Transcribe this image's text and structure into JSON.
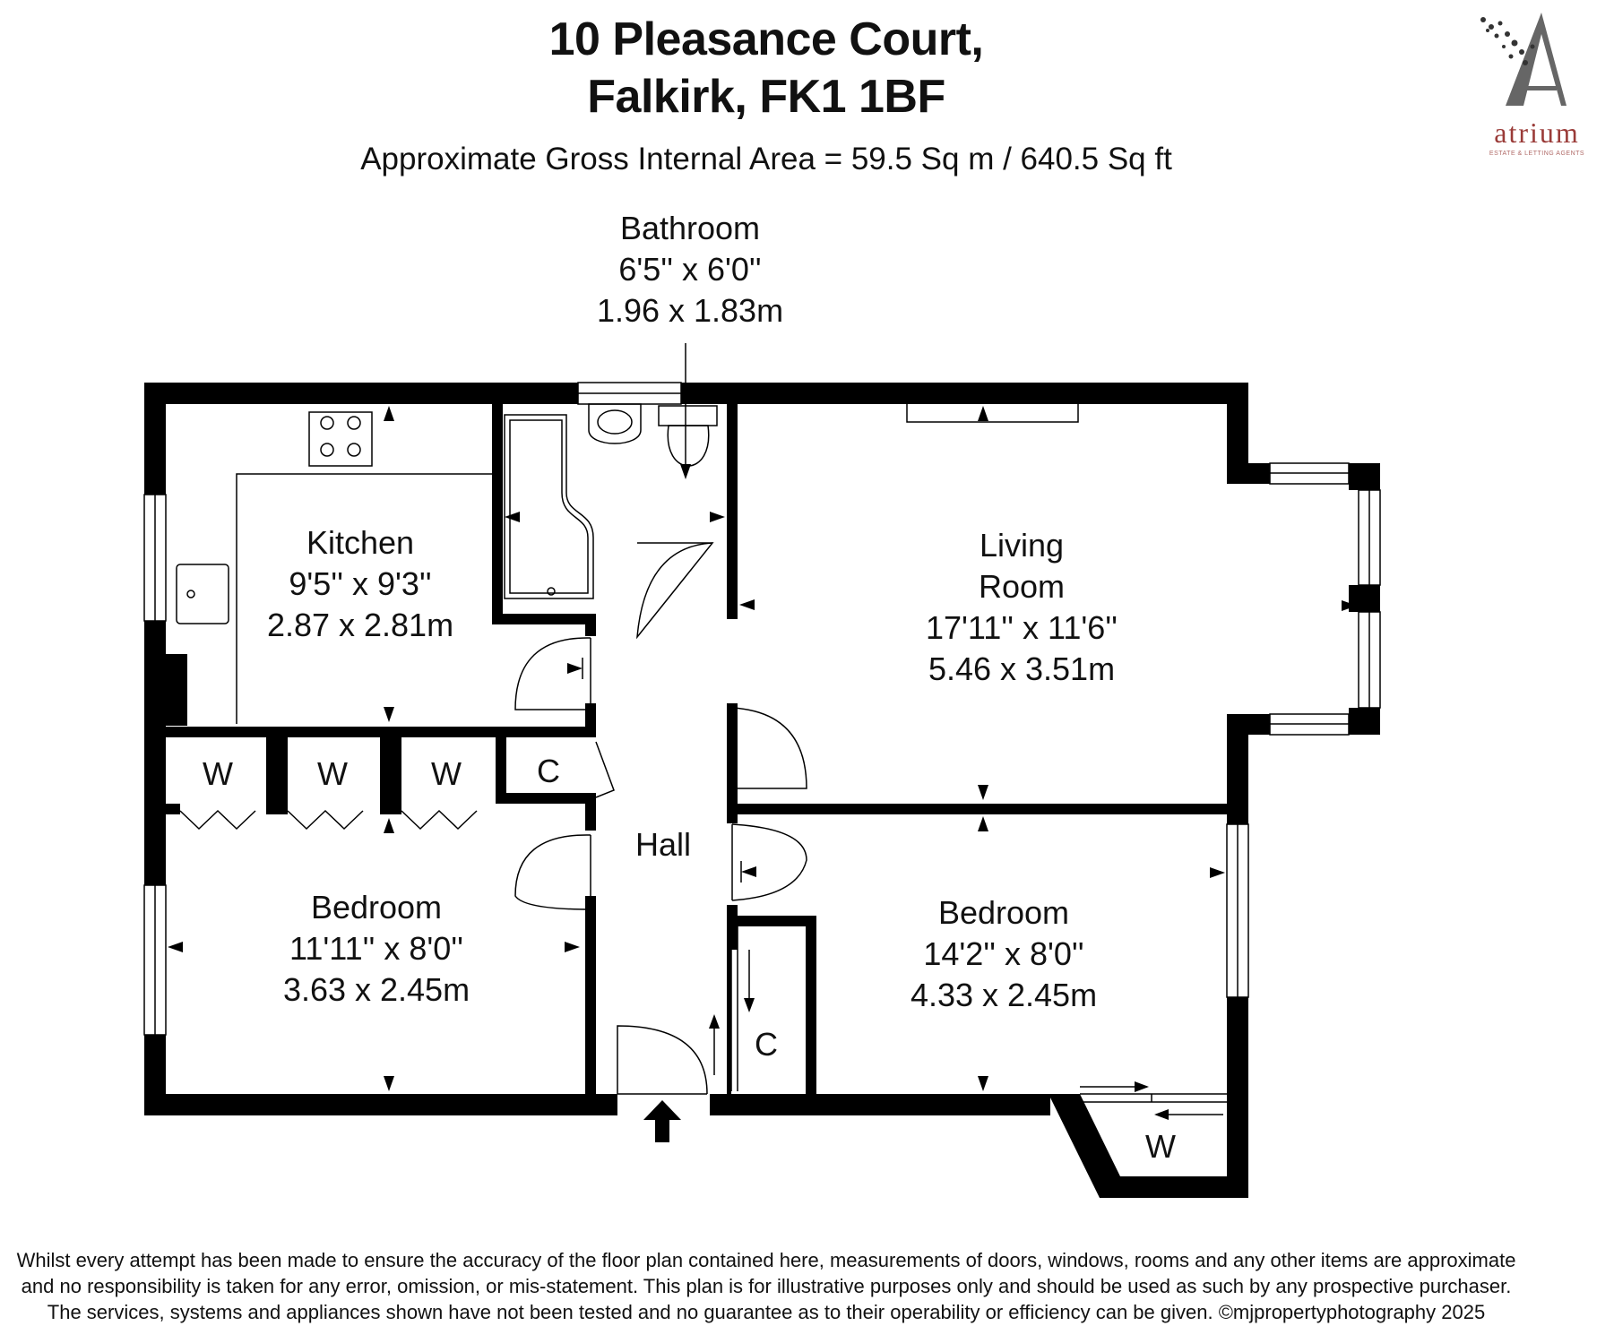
{
  "header": {
    "title_line1": "10 Pleasance Court,",
    "title_line2": "Falkirk, FK1 1BF",
    "area": "Approximate Gross Internal Area = 59.5 Sq m / 640.5 Sq ft"
  },
  "logo": {
    "name": "atrium",
    "tagline": "ESTATE & LETTING AGENTS"
  },
  "rooms": {
    "bathroom": {
      "name": "Bathroom",
      "imperial": "6'5'' x 6'0''",
      "metric": "1.96 x 1.83m"
    },
    "kitchen": {
      "name": "Kitchen",
      "imperial": "9'5'' x 9'3''",
      "metric": "2.87 x 2.81m"
    },
    "living": {
      "name1": "Living",
      "name2": "Room",
      "imperial": "17'11'' x 11'6''",
      "metric": "5.46 x 3.51m"
    },
    "bedroom1": {
      "name": "Bedroom",
      "imperial": "11'11'' x 8'0''",
      "metric": "3.63 x 2.45m"
    },
    "bedroom2": {
      "name": "Bedroom",
      "imperial": "14'2'' x 8'0''",
      "metric": "4.33 x 2.45m"
    },
    "hall": {
      "name": "Hall"
    }
  },
  "marks": {
    "wardrobe": "W",
    "cupboard": "C"
  },
  "disclaimer": {
    "line1": "Whilst every attempt has been made to ensure the accuracy of the floor plan contained here, measurements of doors, windows, rooms and any other items are approximate",
    "line2": "and no responsibility is taken for any error, omission, or mis-statement. This plan is for illustrative purposes only and should be used as such by any prospective purchaser.",
    "line3": "The services, systems and appliances shown have not been tested and no guarantee as to their operability or efficiency can be given. ©mjpropertyphotography 2025"
  }
}
